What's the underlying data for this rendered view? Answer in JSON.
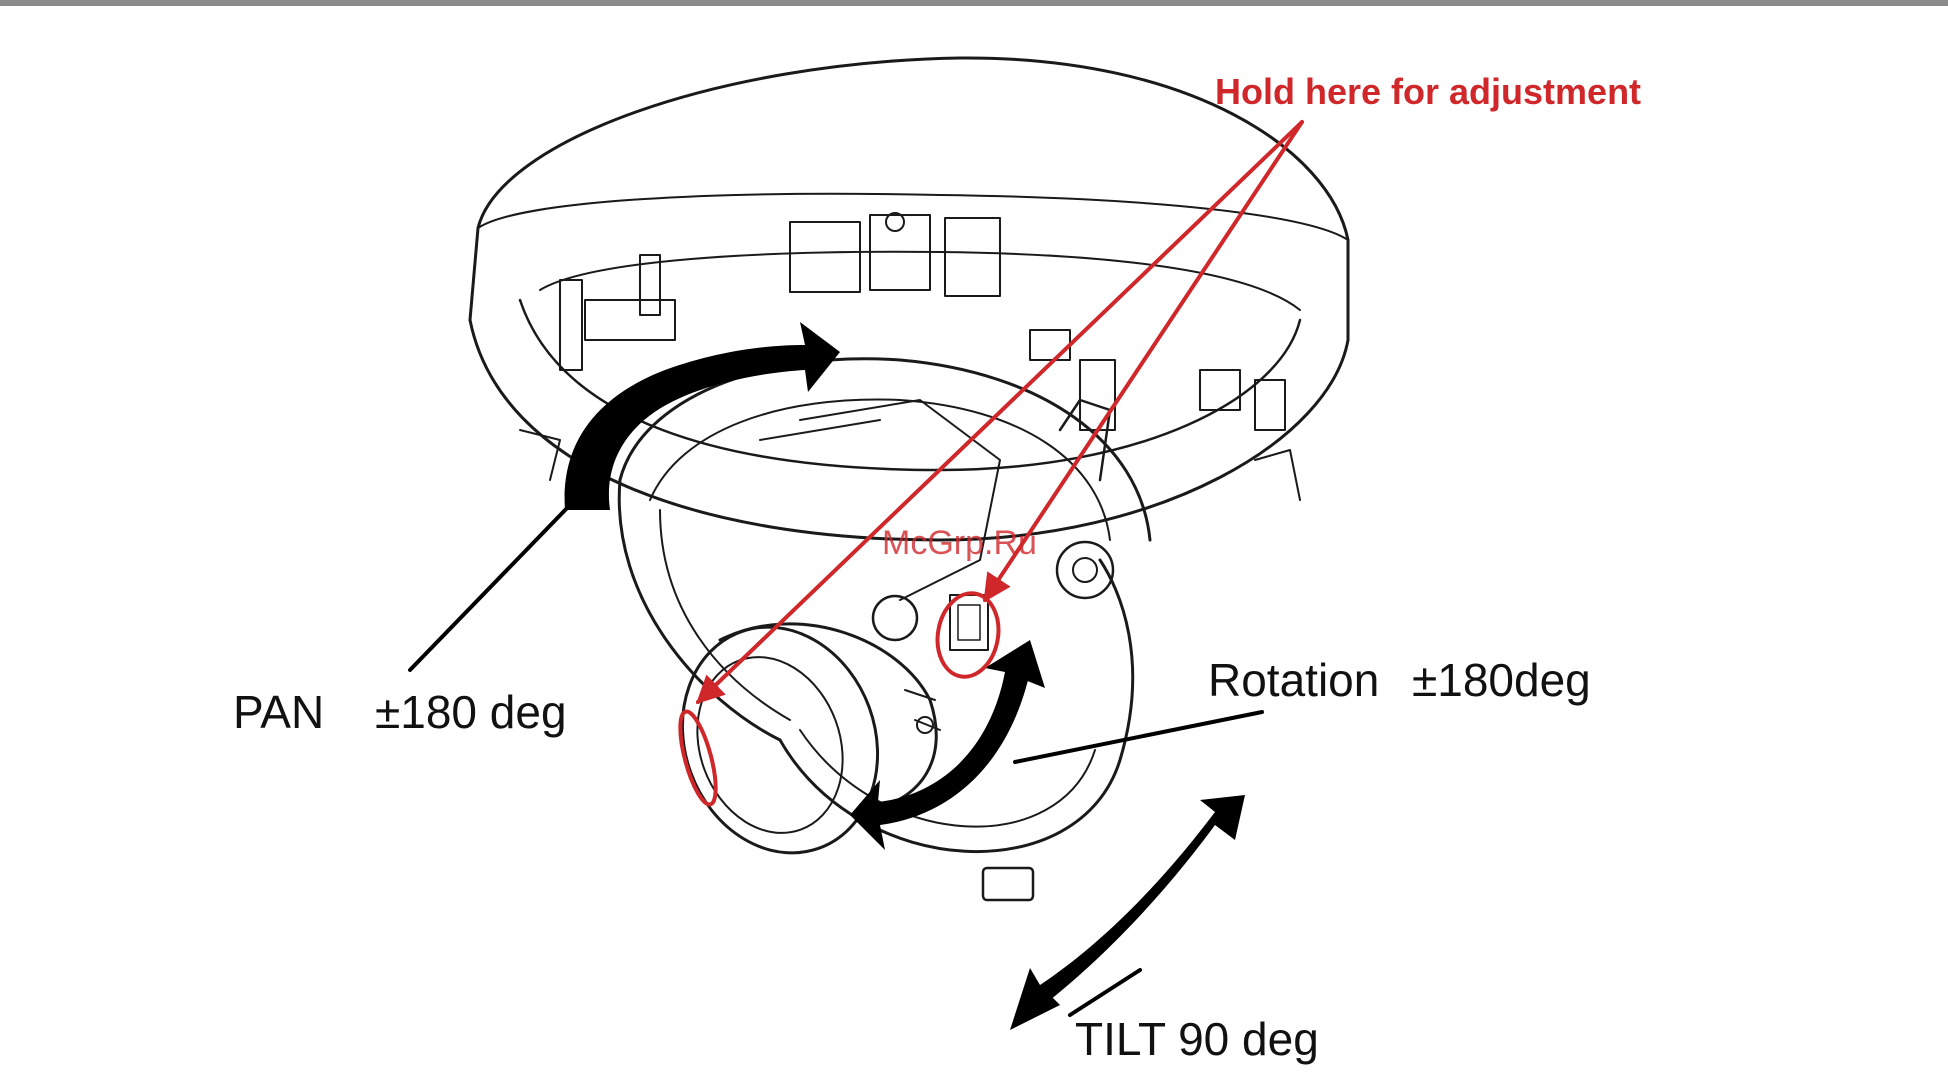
{
  "annotations": {
    "hold_note": "Hold here for adjustment",
    "pan_label": "PAN",
    "pan_value": "±180 deg",
    "rotation_label": "Rotation",
    "rotation_value": "±180deg",
    "tilt_label": "TILT 90 deg"
  },
  "watermark": "McGrp.Ru",
  "colors": {
    "callout": "#d0272b",
    "line_art": "#1a1a1a",
    "arrows": "#000000",
    "rule": "#8a8a8a"
  }
}
